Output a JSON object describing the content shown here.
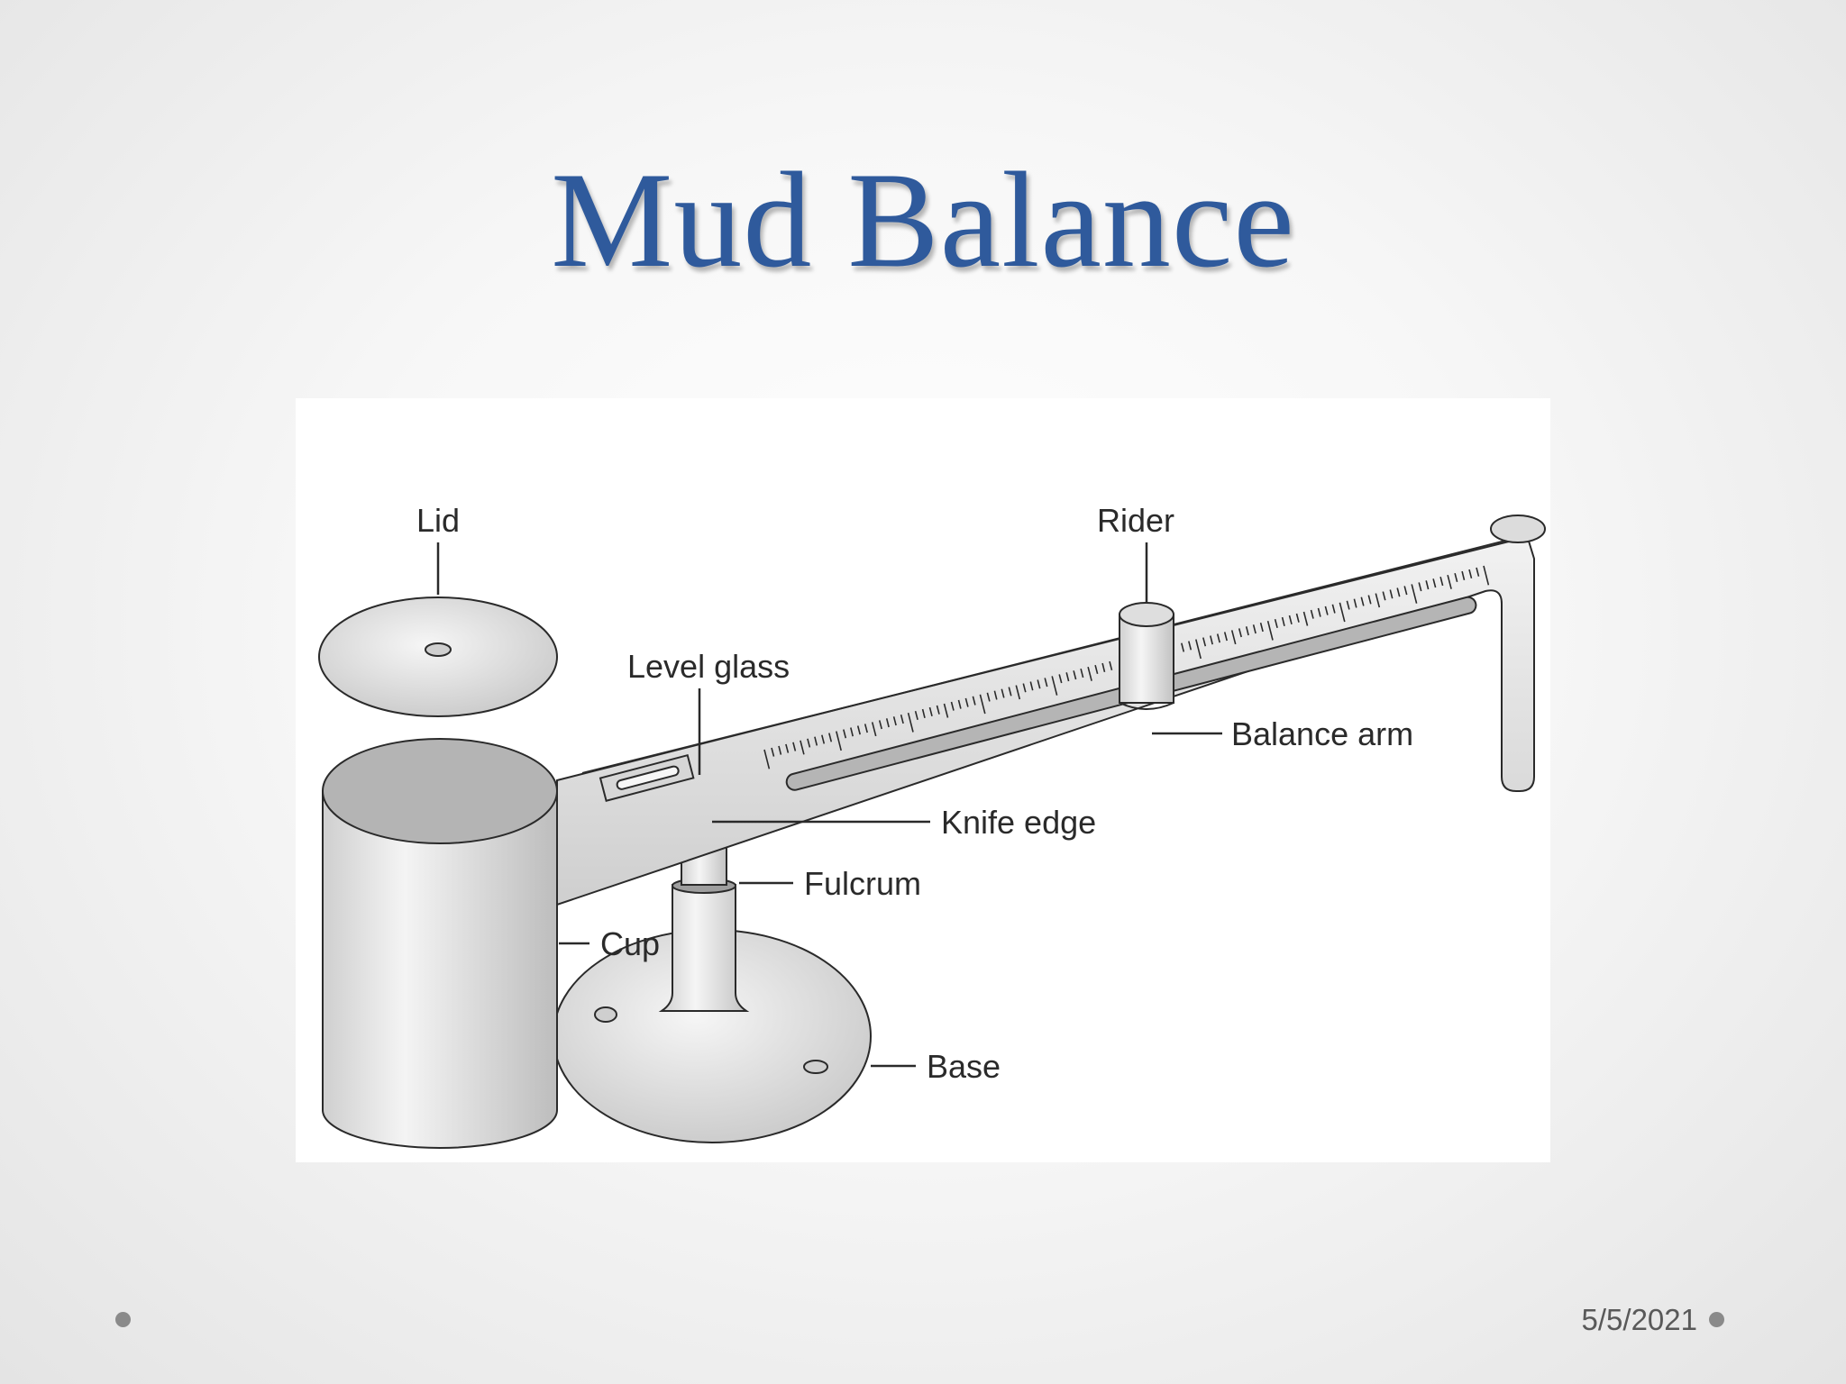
{
  "slide": {
    "title": "Mud Balance",
    "date": "5/5/2021"
  },
  "diagram": {
    "labels": {
      "lid": "Lid",
      "rider": "Rider",
      "level_glass": "Level glass",
      "balance_arm": "Balance arm",
      "knife_edge": "Knife edge",
      "fulcrum": "Fulcrum",
      "cup": "Cup",
      "base": "Base"
    }
  },
  "colors": {
    "title": "#2f5a9c",
    "outline": "#2a2a2a",
    "part_fill": "#dcdcdc"
  }
}
